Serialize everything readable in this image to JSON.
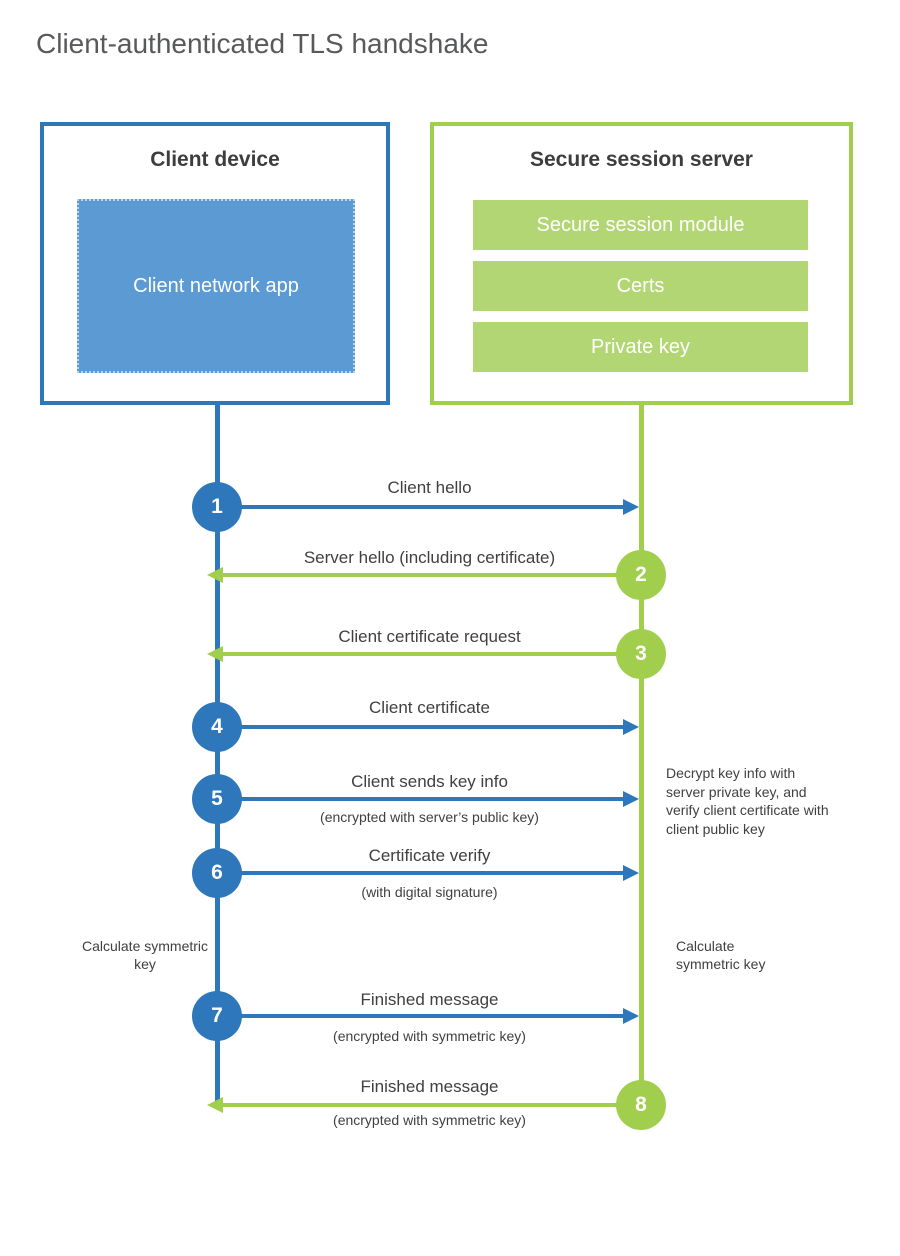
{
  "title": "Client-authenticated TLS handshake",
  "colors": {
    "blue": "#2e77bb",
    "blue_fill": "#5b9ad3",
    "green": "#a2ce4e",
    "green_fill": "#b2d674",
    "text": "#404040",
    "title_color": "#58595b"
  },
  "client_box": {
    "title": "Client device",
    "app_label": "Client network app"
  },
  "server_box": {
    "title": "Secure session server",
    "modules": [
      "Secure session module",
      "Certs",
      "Private key"
    ]
  },
  "steps": [
    {
      "num": "1",
      "actor": "client",
      "label": "Client hello",
      "sub": ""
    },
    {
      "num": "2",
      "actor": "server",
      "label": "Server hello (including certificate)",
      "sub": ""
    },
    {
      "num": "3",
      "actor": "server",
      "label": "Client certificate request",
      "sub": ""
    },
    {
      "num": "4",
      "actor": "client",
      "label": "Client certificate",
      "sub": ""
    },
    {
      "num": "5",
      "actor": "client",
      "label": "Client sends key info",
      "sub": "(encrypted with server’s public key)"
    },
    {
      "num": "6",
      "actor": "client",
      "label": "Certificate verify",
      "sub": "(with digital signature)"
    },
    {
      "num": "7",
      "actor": "client",
      "label": "Finished message",
      "sub": "(encrypted with symmetric key)"
    },
    {
      "num": "8",
      "actor": "server",
      "label": "Finished message",
      "sub": "(encrypted with symmetric key)"
    }
  ],
  "notes": {
    "server_note": "Decrypt key info with server private key, and verify client certificate with client public key",
    "calc_left": "Calculate symmetric key",
    "calc_right": "Calculate symmetric key"
  }
}
